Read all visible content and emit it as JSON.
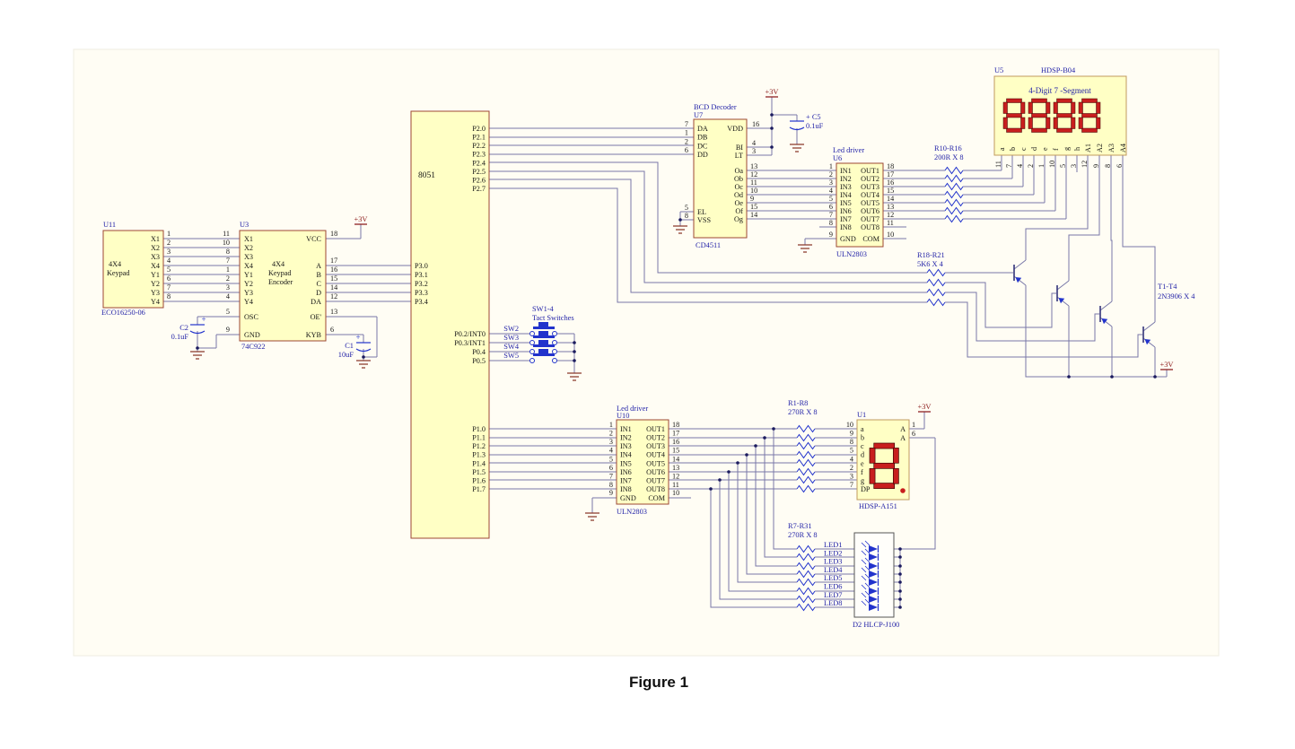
{
  "caption": "Figure 1",
  "power_label": "+3V",
  "colors": {
    "sheet": "#FFFDF4",
    "box_fill": "#FFFFC5",
    "box_stroke": "#9C4733",
    "wire": "#7878A8",
    "blue": "#2233CC",
    "power_red": "#8B1A1A",
    "segment_red": "#C81E1E"
  },
  "keypad": {
    "ref": "U11",
    "part": "ECO16250-06",
    "title1": "4X4",
    "title2": "Keypad",
    "pins": [
      {
        "n": "X1",
        "p": "1"
      },
      {
        "n": "X2",
        "p": "2"
      },
      {
        "n": "X3",
        "p": "3"
      },
      {
        "n": "X4",
        "p": "4"
      },
      {
        "n": "Y1",
        "p": "5"
      },
      {
        "n": "Y2",
        "p": "6"
      },
      {
        "n": "Y3",
        "p": "7"
      },
      {
        "n": "Y4",
        "p": "8"
      }
    ]
  },
  "encoder": {
    "ref": "U3",
    "part": "74C922",
    "title1": "4X4",
    "title2": "Keypad",
    "title3": "Encoder",
    "xy_pins": [
      {
        "n": "X1",
        "p": "11"
      },
      {
        "n": "X2",
        "p": "10"
      },
      {
        "n": "X3",
        "p": "8"
      },
      {
        "n": "X4",
        "p": "7"
      },
      {
        "n": "Y1",
        "p": "1"
      },
      {
        "n": "Y2",
        "p": "2"
      },
      {
        "n": "Y3",
        "p": "3"
      },
      {
        "n": "Y4",
        "p": "4"
      }
    ],
    "osc_name": "OSC",
    "osc_num": "5",
    "gnd_name": "GND",
    "gnd_num": "9",
    "vcc_name": "VCC",
    "vcc_num": "18",
    "out_pins": [
      {
        "n": "A",
        "p": "17"
      },
      {
        "n": "B",
        "p": "16"
      },
      {
        "n": "C",
        "p": "15"
      },
      {
        "n": "D",
        "p": "14"
      },
      {
        "n": "DA",
        "p": "12"
      }
    ],
    "oe_name": "OE'",
    "oe_num": "13",
    "kyb_name": "KYB",
    "kyb_num": "6"
  },
  "c2": {
    "ref": "C2",
    "value": "0.1uF",
    "plus": "+"
  },
  "c1": {
    "ref": "C1",
    "value": "10uF",
    "plus": "+"
  },
  "c5": {
    "ref": "+ C5",
    "value": "0.1uF"
  },
  "mcu": {
    "ref": "8051",
    "p2": [
      "P2.0",
      "P2.1",
      "P2.2",
      "P2.3",
      "P2.4",
      "P2.5",
      "P2.6",
      "P2.7"
    ],
    "p3": [
      "P3.0",
      "P3.1",
      "P3.2",
      "P3.3",
      "P3.4"
    ],
    "p0": [
      "P0.2/INT0",
      "P0.3/INT1",
      "P0.4",
      "P0.5"
    ],
    "p1": [
      "P1.0",
      "P1.1",
      "P1.2",
      "P1.3",
      "P1.4",
      "P1.5",
      "P1.6",
      "P1.7"
    ]
  },
  "switches": {
    "ref": "SW1-4",
    "name": "Tact Switches",
    "labels": [
      "SW2",
      "SW3",
      "SW4",
      "SW5"
    ]
  },
  "decoder": {
    "heading": "BCD Decoder",
    "ref": "U7",
    "part": "CD4511",
    "in_pins": [
      {
        "n": "DA",
        "p": "7"
      },
      {
        "n": "DB",
        "p": "1"
      },
      {
        "n": "DC",
        "p": "2"
      },
      {
        "n": "DD",
        "p": "6"
      }
    ],
    "vdd_name": "VDD",
    "vdd_num": "16",
    "bi_name": "BI",
    "bi_num": "4",
    "lt_name": "LT",
    "lt_num": "3",
    "el_name": "EL",
    "el_num": "5",
    "vss_name": "VSS",
    "vss_num": "8",
    "out_pins": [
      {
        "n": "Oa",
        "p": "13"
      },
      {
        "n": "Ob",
        "p": "12"
      },
      {
        "n": "Oc",
        "p": "11"
      },
      {
        "n": "Od",
        "p": "10"
      },
      {
        "n": "Oe",
        "p": "9"
      },
      {
        "n": "Of",
        "p": "15"
      },
      {
        "n": "Og",
        "p": "14"
      }
    ]
  },
  "driver1": {
    "heading": "Led driver",
    "ref": "U6",
    "part": "ULN2803",
    "in_pins": [
      {
        "n": "IN1",
        "p": "1"
      },
      {
        "n": "IN2",
        "p": "2"
      },
      {
        "n": "IN3",
        "p": "3"
      },
      {
        "n": "IN4",
        "p": "4"
      },
      {
        "n": "IN5",
        "p": "5"
      },
      {
        "n": "IN6",
        "p": "6"
      },
      {
        "n": "IN7",
        "p": "7"
      },
      {
        "n": "IN8",
        "p": "8"
      }
    ],
    "gnd_name": "GND",
    "gnd_num": "9",
    "com_name": "COM",
    "com_num": "10",
    "out_pins": [
      {
        "n": "OUT1",
        "p": "18"
      },
      {
        "n": "OUT2",
        "p": "17"
      },
      {
        "n": "OUT3",
        "p": "16"
      },
      {
        "n": "OUT4",
        "p": "15"
      },
      {
        "n": "OUT5",
        "p": "14"
      },
      {
        "n": "OUT6",
        "p": "13"
      },
      {
        "n": "OUT7",
        "p": "12"
      },
      {
        "n": "OUT8",
        "p": "11"
      }
    ]
  },
  "driver2": {
    "heading": "Led driver",
    "ref": "U10",
    "part": "ULN2803",
    "in_pins": [
      {
        "n": "IN1",
        "p": "1"
      },
      {
        "n": "IN2",
        "p": "2"
      },
      {
        "n": "IN3",
        "p": "3"
      },
      {
        "n": "IN4",
        "p": "4"
      },
      {
        "n": "IN5",
        "p": "5"
      },
      {
        "n": "IN6",
        "p": "6"
      },
      {
        "n": "IN7",
        "p": "7"
      },
      {
        "n": "IN8",
        "p": "8"
      }
    ],
    "gnd_name": "GND",
    "gnd_num": "9",
    "com_name": "COM",
    "com_num": "10",
    "out_pins": [
      {
        "n": "OUT1",
        "p": "18"
      },
      {
        "n": "OUT2",
        "p": "17"
      },
      {
        "n": "OUT3",
        "p": "16"
      },
      {
        "n": "OUT4",
        "p": "15"
      },
      {
        "n": "OUT5",
        "p": "14"
      },
      {
        "n": "OUT6",
        "p": "13"
      },
      {
        "n": "OUT7",
        "p": "12"
      },
      {
        "n": "OUT8",
        "p": "11"
      }
    ]
  },
  "res_seg4": {
    "ref": "R10-R16",
    "value": "200R X 8"
  },
  "res_base": {
    "ref": "R18-R21",
    "value": "5K6 X 4"
  },
  "res_seg1": {
    "ref": "R1-R8",
    "value": "270R X 8"
  },
  "res_led": {
    "ref": "R7-R31",
    "value": "270R X 8"
  },
  "transistors": {
    "ref": "T1-T4",
    "part": "2N3906 X 4"
  },
  "display4": {
    "ref": "U5",
    "part": "HDSP-B04",
    "title": "4-Digit 7 -Segment",
    "seg_pins": [
      {
        "n": "a",
        "p": "11"
      },
      {
        "n": "b",
        "p": "7"
      },
      {
        "n": "c",
        "p": "4"
      },
      {
        "n": "d",
        "p": "2"
      },
      {
        "n": "e",
        "p": "1"
      },
      {
        "n": "f",
        "p": "10"
      },
      {
        "n": "g",
        "p": "5"
      },
      {
        "n": "h",
        "p": "3"
      }
    ],
    "digit_pins": [
      {
        "n": "A1",
        "p": "12"
      },
      {
        "n": "A2",
        "p": "9"
      },
      {
        "n": "A3",
        "p": "8"
      },
      {
        "n": "A4",
        "p": "6"
      }
    ]
  },
  "display1": {
    "ref": "U1",
    "part": "HDSP-A151",
    "seg_pins": [
      {
        "n": "a",
        "p": "10"
      },
      {
        "n": "b",
        "p": "9"
      },
      {
        "n": "c",
        "p": "8"
      },
      {
        "n": "d",
        "p": "5"
      },
      {
        "n": "e",
        "p": "4"
      },
      {
        "n": "f",
        "p": "2"
      },
      {
        "n": "g",
        "p": "3"
      },
      {
        "n": "DP",
        "p": "7"
      }
    ],
    "anode_pins": [
      {
        "n": "A",
        "p": "1"
      },
      {
        "n": "A",
        "p": "6"
      }
    ]
  },
  "ledbar": {
    "ref": "D2 HLCP-J100",
    "leds": [
      "LED1",
      "LED2",
      "LED3",
      "LED4",
      "LED5",
      "LED6",
      "LED7",
      "LED8"
    ]
  }
}
